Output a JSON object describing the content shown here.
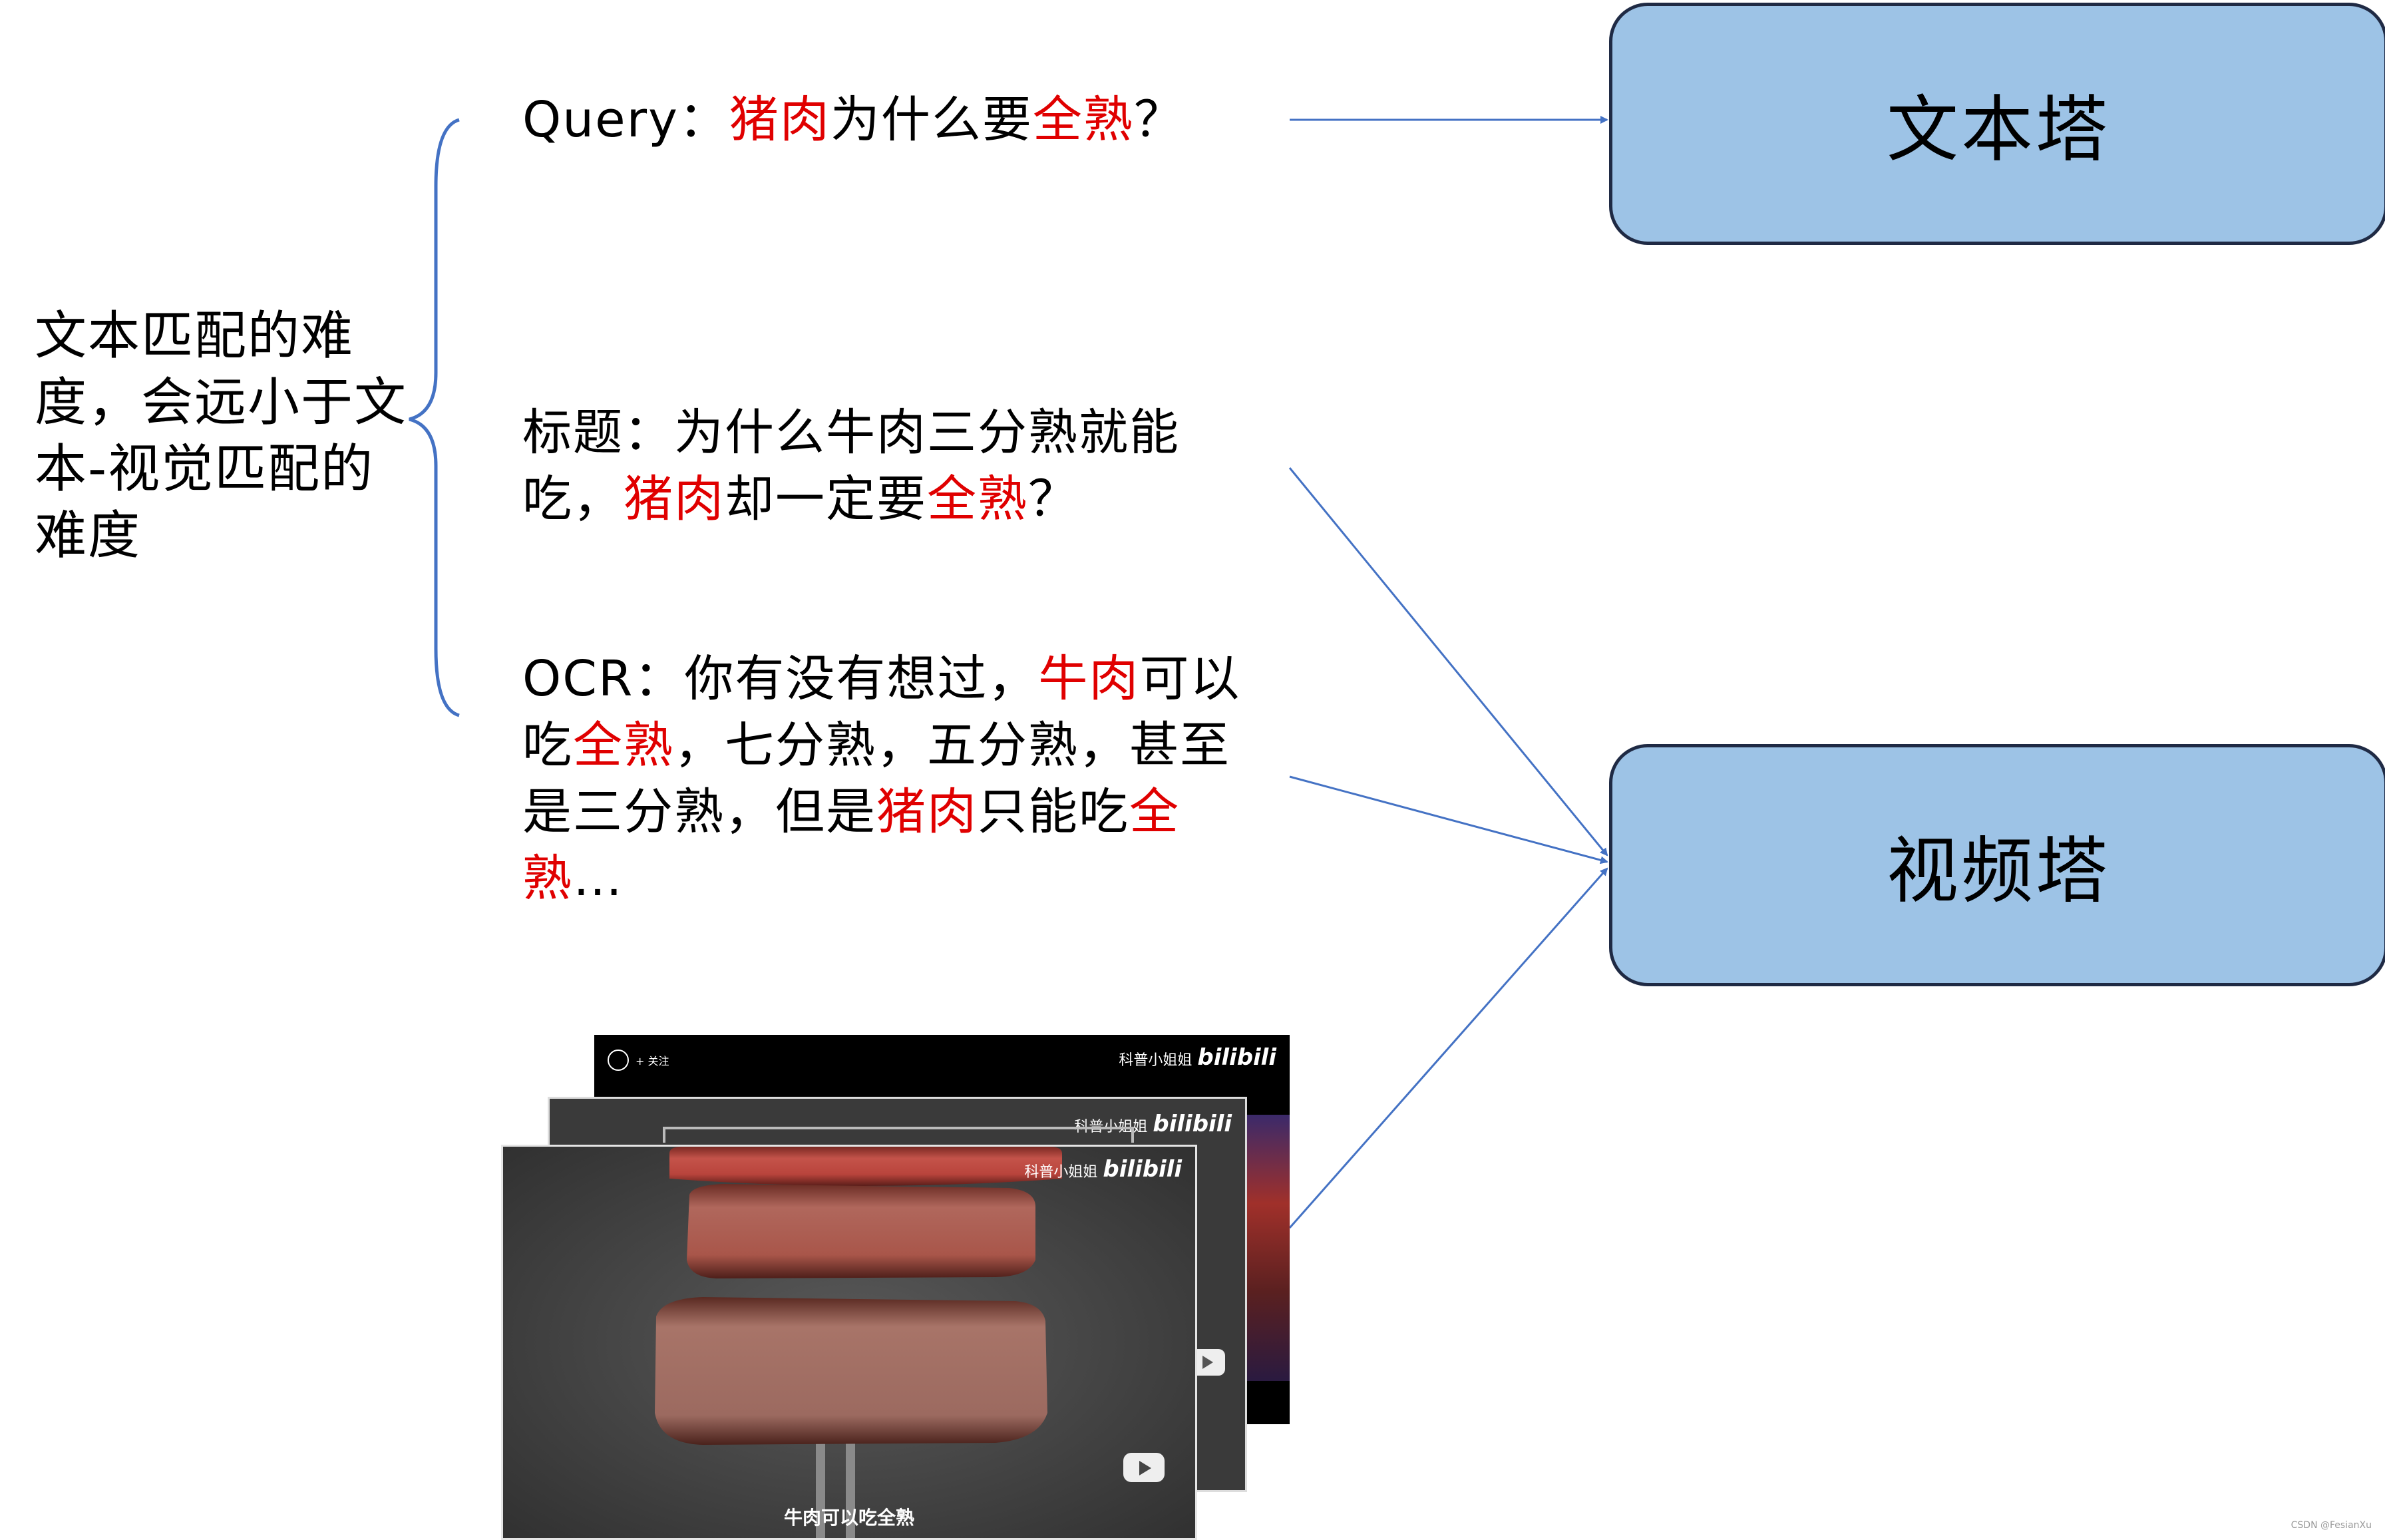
{
  "left_note": {
    "parts": [
      {
        "text": "文本匹配的难度，会远小于文本-视觉匹配的难度",
        "red": false
      }
    ]
  },
  "query": {
    "parts": [
      {
        "text": "Query：",
        "red": false
      },
      {
        "text": "猪肉",
        "red": true
      },
      {
        "text": "为什么要",
        "red": false
      },
      {
        "text": "全熟",
        "red": true
      },
      {
        "text": "？",
        "red": false
      }
    ]
  },
  "title": {
    "parts": [
      {
        "text": "标题：为什么牛肉三分熟就能吃，",
        "red": false
      },
      {
        "text": "猪肉",
        "red": true
      },
      {
        "text": "却一定要",
        "red": false
      },
      {
        "text": "全熟",
        "red": true
      },
      {
        "text": "？",
        "red": false
      }
    ]
  },
  "ocr": {
    "parts": [
      {
        "text": "OCR：你有没有想过，",
        "red": false
      },
      {
        "text": "牛肉",
        "red": true
      },
      {
        "text": "可以吃",
        "red": false
      },
      {
        "text": "全熟",
        "red": true
      },
      {
        "text": "，七分熟，五分熟，甚至是三分熟，但是",
        "red": false
      },
      {
        "text": "猪肉",
        "red": true
      },
      {
        "text": "只能吃",
        "red": false
      },
      {
        "text": "全熟",
        "red": true
      },
      {
        "text": "…",
        "red": false
      }
    ]
  },
  "towers": {
    "text_tower": "文本塔",
    "video_tower": "视频塔"
  },
  "video": {
    "watermark_text": "科普小姐姐",
    "watermark_logo": "bilibili",
    "follow_label": "+ 关注",
    "caption": "牛肉可以吃全熟"
  },
  "footer": "CSDN @FesianXu",
  "colors": {
    "highlight": "#e00000",
    "tower_fill": "#9dc3e6",
    "tower_border": "#1f2a44",
    "brace_and_arrows": "#4472c4"
  }
}
